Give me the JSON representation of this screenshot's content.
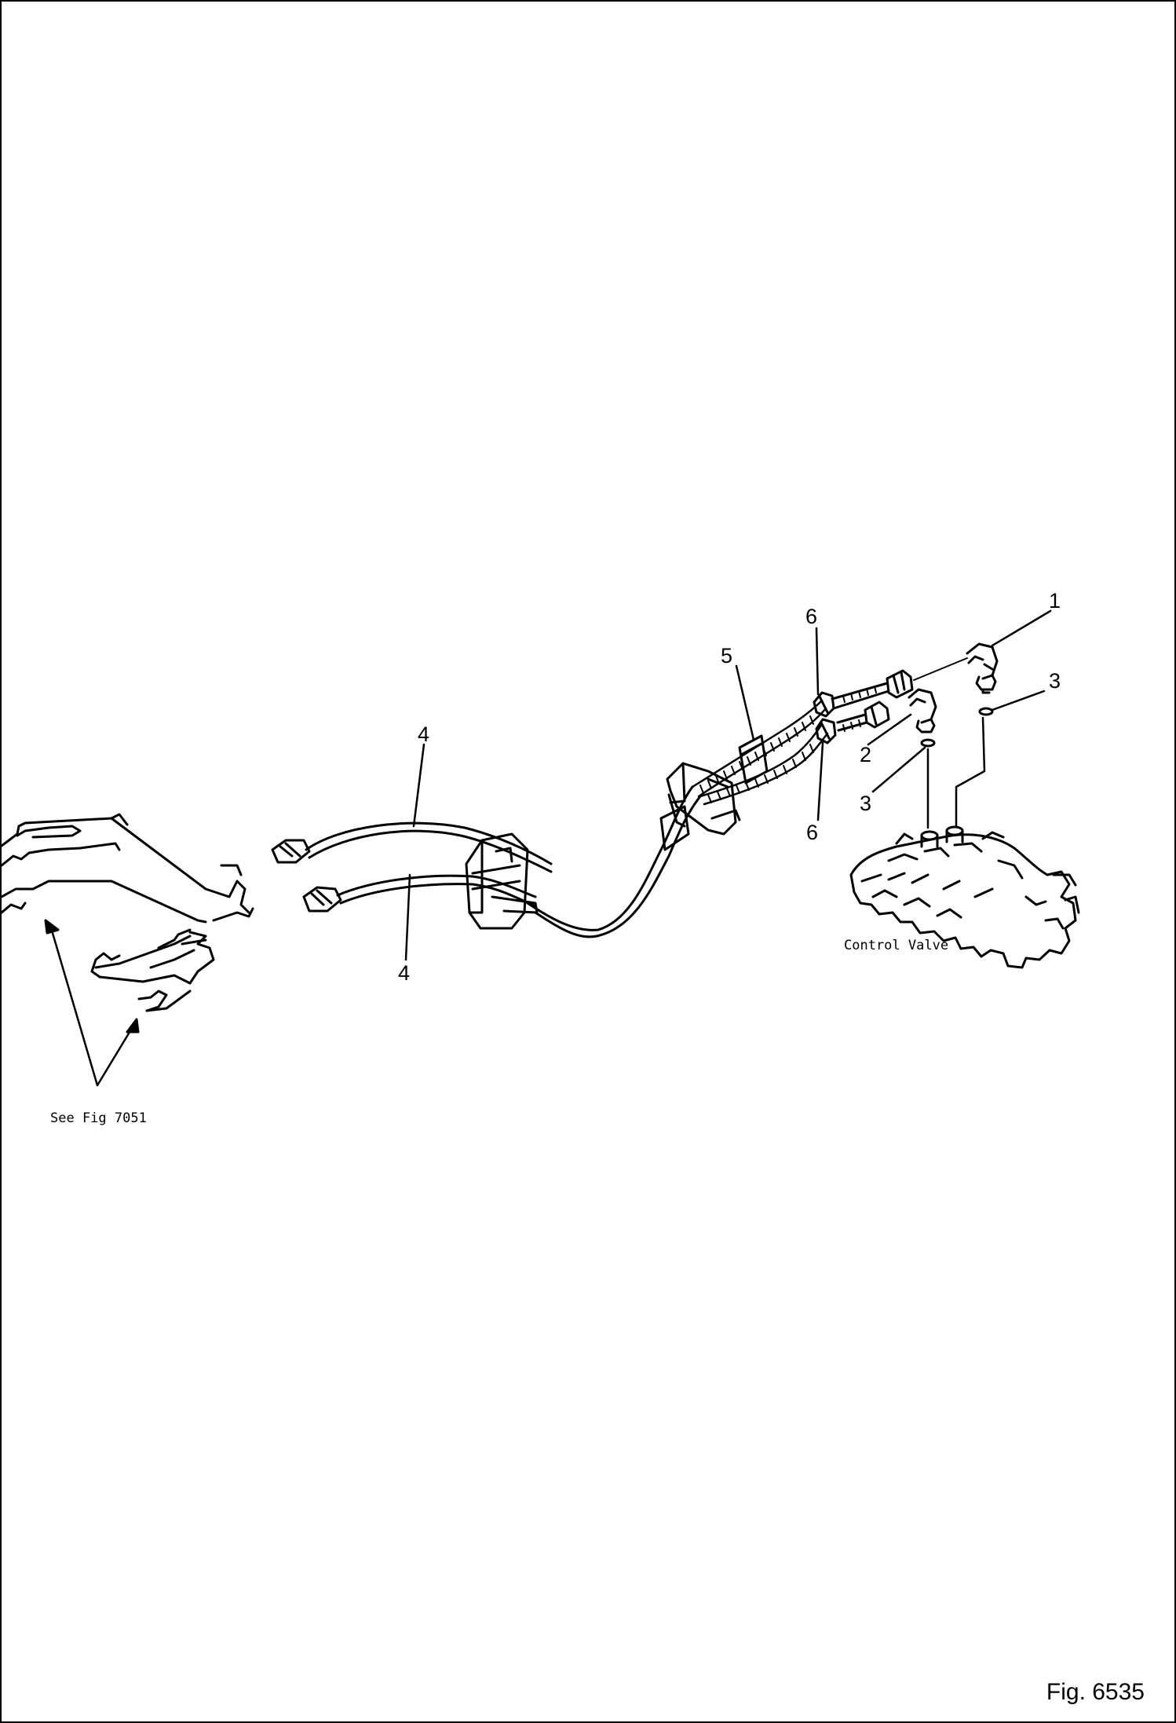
{
  "figure_label": "Fig. 6535",
  "callouts": {
    "c1": "1",
    "c2": "2",
    "c3a": "3",
    "c3b": "3",
    "c4a": "4",
    "c4b": "4",
    "c5": "5",
    "c6a": "6",
    "c6b": "6"
  },
  "control_valve_label": "Control Valve",
  "reference_label": "See Fig 7051",
  "colors": {
    "ink": "#000000",
    "paper": "#ffffff"
  }
}
